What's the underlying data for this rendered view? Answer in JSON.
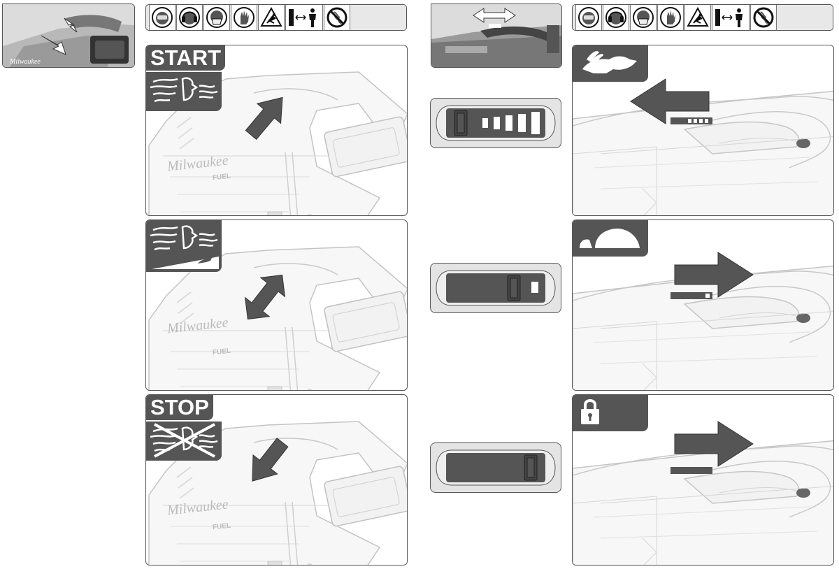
{
  "brand": "Milwaukee",
  "product_marking": "FUEL",
  "ppe_icons": [
    "eye-protection-icon",
    "ear-protection-icon",
    "dust-mask-icon",
    "gloves-icon",
    "flying-debris-warning-icon",
    "keep-bystanders-away-icon",
    "no-loose-clothing-icon"
  ],
  "left": {
    "start_label": "START",
    "stop_label": "STOP"
  },
  "right": {
    "modes": [
      "fast-rabbit-icon",
      "slow-turtle-icon",
      "lock-icon"
    ]
  }
}
